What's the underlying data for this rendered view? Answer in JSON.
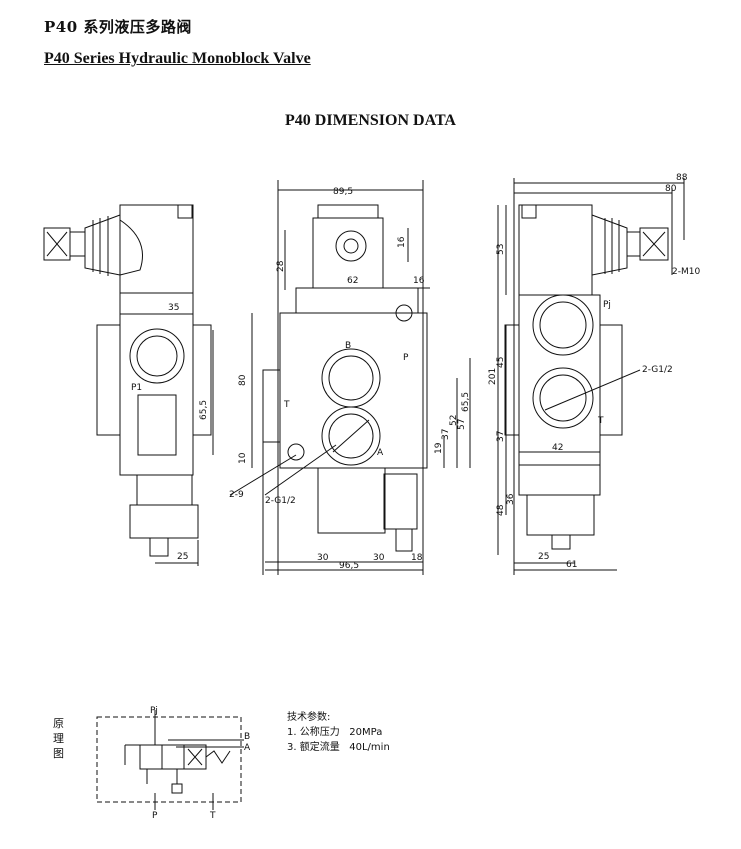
{
  "header": {
    "title_cn": "P40  系列液压多路阀",
    "title_en": "P40 Series Hydraulic Monoblock Valve",
    "section_title": "P40 DIMENSION DATA"
  },
  "dimensions": {
    "front": {
      "width_top": "89,5",
      "port_16_a": "16",
      "height_28": "28",
      "port_62": "62",
      "port_16_b": "16",
      "height_80": "80",
      "height_65_5": "65,5",
      "h_57": "57",
      "h_52": "52",
      "h_37": "37",
      "h_19": "19",
      "h_10": "10",
      "holes": "2-9",
      "ports": "2-G1/2",
      "bottom_30a": "30",
      "bottom_30b": "30",
      "bottom_18": "18",
      "total_96_5": "96,5"
    },
    "left": {
      "width_35": "35",
      "h_65_5": "65,5",
      "w_25": "25"
    },
    "right": {
      "w_88": "88",
      "w_80": "80",
      "h_53": "53",
      "m10": "2-M10",
      "h_201": "201",
      "h_45": "45",
      "g12": "2-G1/2",
      "h_37": "37",
      "w_42": "42",
      "h_36": "36",
      "h_48": "48",
      "w_25": "25",
      "w_61": "61"
    }
  },
  "port_labels": {
    "P1": "P1",
    "B": "B",
    "P": "P",
    "T": "T",
    "A": "A",
    "Pj": "Pj",
    "T2": "T"
  },
  "schematic": {
    "label_vertical": [
      "原",
      "理",
      "图"
    ],
    "Pj": "Pj",
    "B": "B",
    "A": "A",
    "P": "P",
    "T": "T"
  },
  "specs": {
    "heading": "技术参数:",
    "line1": "1. 公称压力   20MPa",
    "line2": "3. 额定流量   40L/min"
  }
}
